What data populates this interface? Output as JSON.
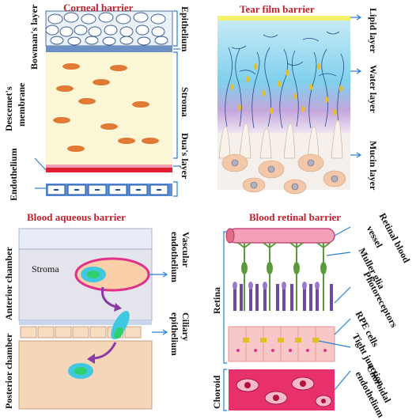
{
  "corneal": {
    "title": "Corneal barrier",
    "labels": {
      "epithelium": "Epithelium",
      "bowmans": "Bowman's layer",
      "stroma": "Stroma",
      "duas": "Dua's layer",
      "descemets_1": "Descemet's",
      "descemets_2": "membrane",
      "endothelium": "Endothelium"
    }
  },
  "tear": {
    "title": "Tear film barrier",
    "labels": {
      "lipid": "Lipid layer",
      "water": "Water layer",
      "mucin": "Mucin layer"
    }
  },
  "aqueous": {
    "title": "Blood aqueous barrier",
    "labels": {
      "anterior": "Anterior chamber",
      "posterior": "Posterior chamber",
      "stroma": "Stroma",
      "vascular_1": "Vascular",
      "vascular_2": "endothelium",
      "ciliary_1": "Ciliary",
      "ciliary_2": "epithelium"
    }
  },
  "retinal": {
    "title": "Blood retinal barrier",
    "labels": {
      "retina": "Retina",
      "choroid": "Choroid",
      "vessel_1": "Retinal blood",
      "vessel_2": "vessel",
      "muller": "Muller glia",
      "photo": "Photoreceptors",
      "rpe": "RPE cells",
      "tight": "Tight junction",
      "choroidal_1": "Choroidal",
      "choroidal_2": "endothelium"
    }
  },
  "colors": {
    "title_red": "#c0202a",
    "bracket_blue": "#2a7fd0",
    "stroma_yellow": "#fbf6d6",
    "cell_orange": "#e07a35",
    "pink": "#f07aa0",
    "magenta": "#e0308a",
    "purple": "#8a3aa8"
  }
}
